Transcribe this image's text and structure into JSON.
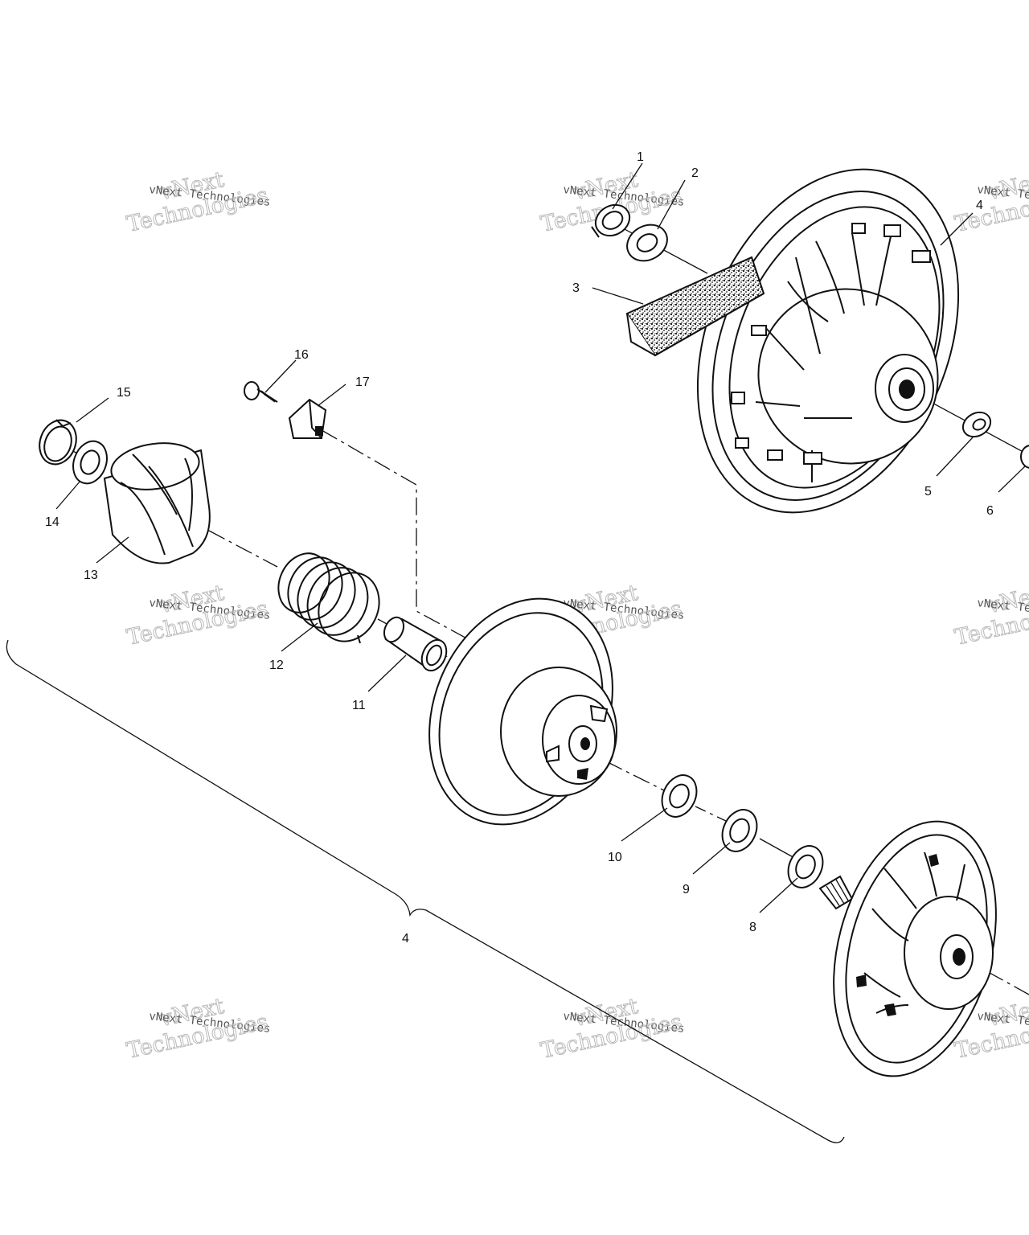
{
  "callouts": {
    "c1": "1",
    "c2": "2",
    "c3": "3",
    "c4a": "4",
    "c4b": "4",
    "c5": "5",
    "c6": "6",
    "c8": "8",
    "c9": "9",
    "c10": "10",
    "c11": "11",
    "c12": "12",
    "c13": "13",
    "c14": "14",
    "c15": "15",
    "c16": "16",
    "c17": "17"
  },
  "watermark": {
    "line_small": "vNext Technologies",
    "word_top": "vNext",
    "word_bottom": "Technologies"
  },
  "colors": {
    "ink": "#111111",
    "watermark": "#b9b9b9",
    "paper": "#ffffff"
  }
}
